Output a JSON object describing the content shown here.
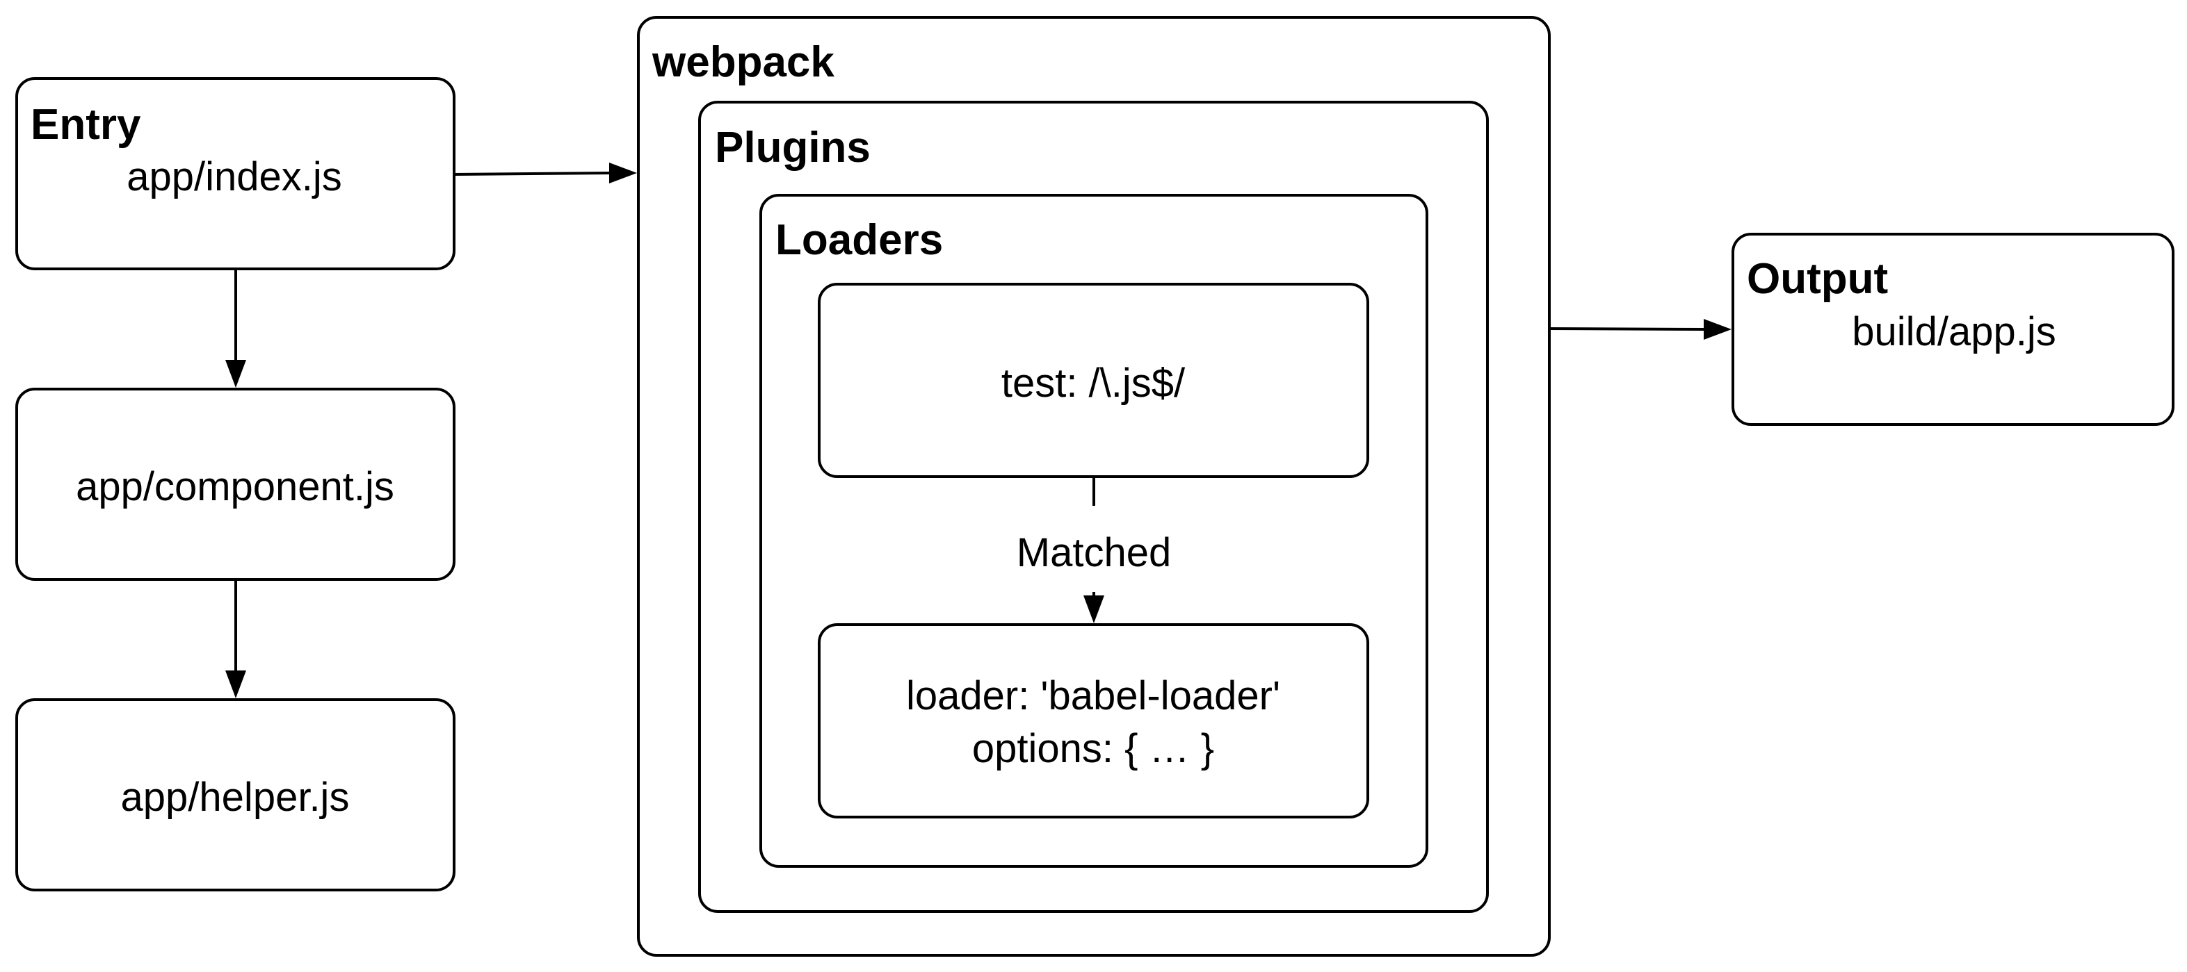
{
  "entry": {
    "title": "Entry",
    "file": "app/index.js"
  },
  "modules": {
    "component": "app/component.js",
    "helper": "app/helper.js"
  },
  "webpack": {
    "title": "webpack",
    "plugins": {
      "title": "Plugins",
      "loaders": {
        "title": "Loaders",
        "test": "test: /\\.js$/",
        "edge_label": "Matched",
        "loader_line": "loader: 'babel-loader'",
        "options_line": "options: { … }"
      }
    }
  },
  "output": {
    "title": "Output",
    "file": "build/app.js"
  },
  "colors": {
    "stroke": "#000000",
    "fill": "#ffffff"
  }
}
